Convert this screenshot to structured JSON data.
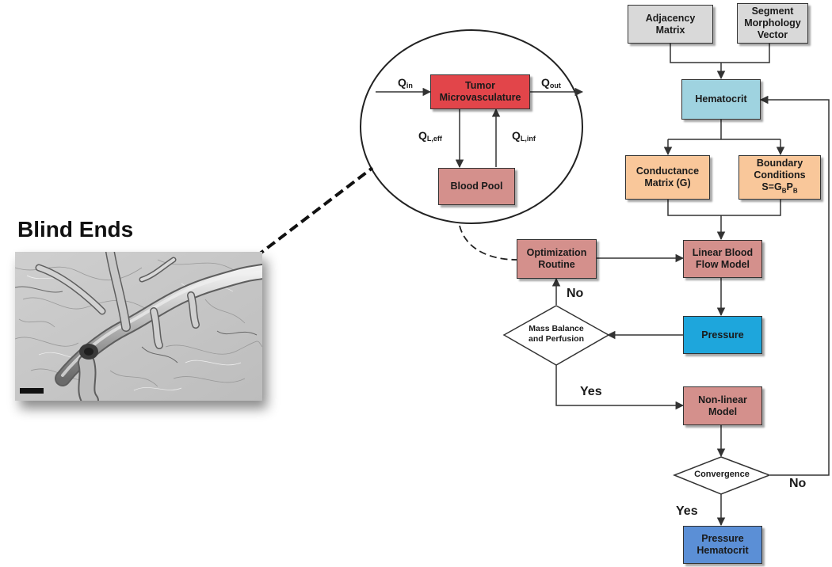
{
  "image_panel": {
    "title": "Blind Ends"
  },
  "inset": {
    "q_in": {
      "main": "Q",
      "sub": "in"
    },
    "q_out": {
      "main": "Q",
      "sub": "out"
    },
    "q_l_eff": {
      "main": "Q",
      "sub": "L,eff"
    },
    "q_l_inf": {
      "main": "Q",
      "sub": "L,inf"
    },
    "tumor_box": [
      "Tumor",
      "Microvasculature"
    ],
    "blood_pool_box": [
      "Blood Pool"
    ]
  },
  "flowchart": {
    "adjacency_matrix": [
      "Adjacency",
      "Matrix"
    ],
    "segment_morphology": [
      "Segment",
      "Morphology",
      "Vector"
    ],
    "hematocrit": [
      "Hematocrit"
    ],
    "conductance_matrix": [
      "Conductance",
      "Matrix (G)"
    ],
    "boundary_conditions": [
      "Boundary",
      "Conditions"
    ],
    "boundary_formula": {
      "s": "S=G",
      "b1": "B",
      "p": "P",
      "b2": "B"
    },
    "optimization_routine": [
      "Optimization",
      "Routine"
    ],
    "linear_model": [
      "Linear Blood",
      "Flow Model"
    ],
    "pressure": [
      "Pressure"
    ],
    "mass_balance": [
      "Mass Balance",
      "and Perfusion"
    ],
    "nonlinear_model": [
      "Non-linear",
      "Model"
    ],
    "convergence": [
      "Convergence"
    ],
    "output": [
      "Pressure",
      "Hematocrit"
    ],
    "no_label_optimization": "No",
    "yes_label_nonlinear": "Yes",
    "no_label_convergence": "No",
    "yes_label_output": "Yes"
  },
  "colors": {
    "gray_box": "#d9d9d9",
    "light_blue": "#9fd3e0",
    "peach": "#f9c79a",
    "rose": "#d4908c",
    "red": "#e2454a",
    "cyan": "#1ea6dc",
    "steel_blue": "#5b8fd6",
    "line": "#333333"
  }
}
